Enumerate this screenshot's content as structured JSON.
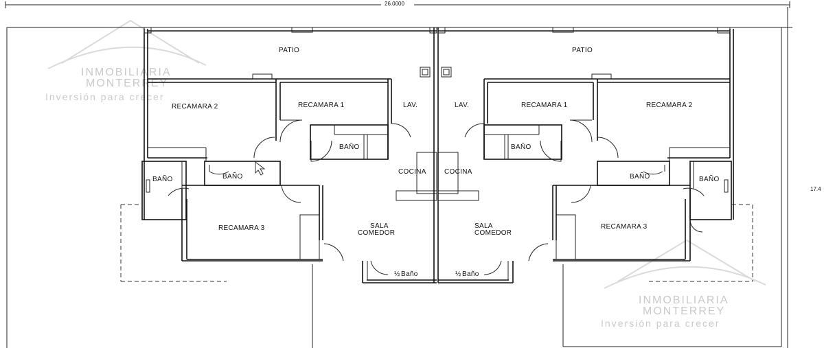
{
  "dimensions": {
    "width": "26.0000",
    "height": "17.4"
  },
  "rooms_left": {
    "patio": "PATIO",
    "recamara2": "RECAMARA 2",
    "recamara1": "RECAMARA 1",
    "lav": "LAV.",
    "bano_r1": "BAÑO",
    "bano_r2": "BAÑO",
    "bano_side": "BAÑO",
    "cocina": "COCINA",
    "recamara3": "RECAMARA 3",
    "sala": "SALA",
    "comedor": "COMEDOR",
    "half_bath_fraction": "½",
    "half_bath": "Baño"
  },
  "rooms_right": {
    "patio": "PATIO",
    "recamara2": "RECAMARA 2",
    "recamara1": "RECAMARA 1",
    "lav": "LAV.",
    "bano_r1": "BAÑO",
    "bano_r2": "BAÑO",
    "bano_side": "BAÑO",
    "cocina": "COCINA",
    "recamara3": "RECAMARA 3",
    "sala": "SALA",
    "comedor": "COMEDOR",
    "half_bath_fraction": "½",
    "half_bath": "Baño"
  },
  "watermark": {
    "line1": "INMOBILIARIA",
    "line2": "MONTERREY",
    "line3": "Inversión para crecer"
  }
}
